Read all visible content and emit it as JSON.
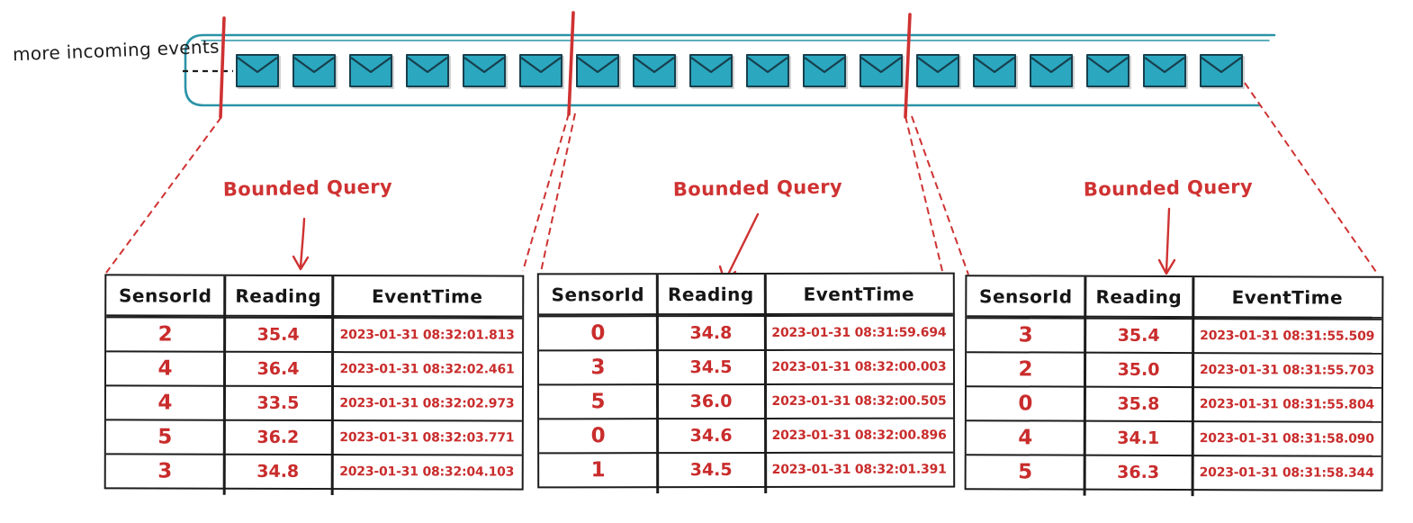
{
  "diagram": {
    "incoming_label": "more incoming events",
    "query_label": "Bounded Query",
    "envelope_count": 18,
    "stream_segments": 3
  },
  "colors": {
    "envelope_fill": "#2ba7bf",
    "envelope_border": "#173f4d",
    "stream_outline": "#2b93a8",
    "marker_red": "#cf3232",
    "table_text_red": "#c92c2c",
    "ink": "#1d1d1d"
  },
  "tables": [
    {
      "title": "bounded-query-result-1",
      "columns": [
        "SensorId",
        "Reading",
        "EventTime"
      ],
      "rows": [
        [
          "2",
          "35.4",
          "2023-01-31 08:32:01.813"
        ],
        [
          "4",
          "36.4",
          "2023-01-31 08:32:02.461"
        ],
        [
          "4",
          "33.5",
          "2023-01-31 08:32:02.973"
        ],
        [
          "5",
          "36.2",
          "2023-01-31 08:32:03.771"
        ],
        [
          "3",
          "34.8",
          "2023-01-31 08:32:04.103"
        ]
      ]
    },
    {
      "title": "bounded-query-result-2",
      "columns": [
        "SensorId",
        "Reading",
        "EventTime"
      ],
      "rows": [
        [
          "0",
          "34.8",
          "2023-01-31 08:31:59.694"
        ],
        [
          "3",
          "34.5",
          "2023-01-31 08:32:00.003"
        ],
        [
          "5",
          "36.0",
          "2023-01-31 08:32:00.505"
        ],
        [
          "0",
          "34.6",
          "2023-01-31 08:32:00.896"
        ],
        [
          "1",
          "34.5",
          "2023-01-31 08:32:01.391"
        ]
      ]
    },
    {
      "title": "bounded-query-result-3",
      "columns": [
        "SensorId",
        "Reading",
        "EventTime"
      ],
      "rows": [
        [
          "3",
          "35.4",
          "2023-01-31 08:31:55.509"
        ],
        [
          "2",
          "35.0",
          "2023-01-31 08:31:55.703"
        ],
        [
          "0",
          "35.8",
          "2023-01-31 08:31:55.804"
        ],
        [
          "4",
          "34.1",
          "2023-01-31 08:31:58.090"
        ],
        [
          "5",
          "36.3",
          "2023-01-31 08:31:58.344"
        ]
      ]
    }
  ]
}
